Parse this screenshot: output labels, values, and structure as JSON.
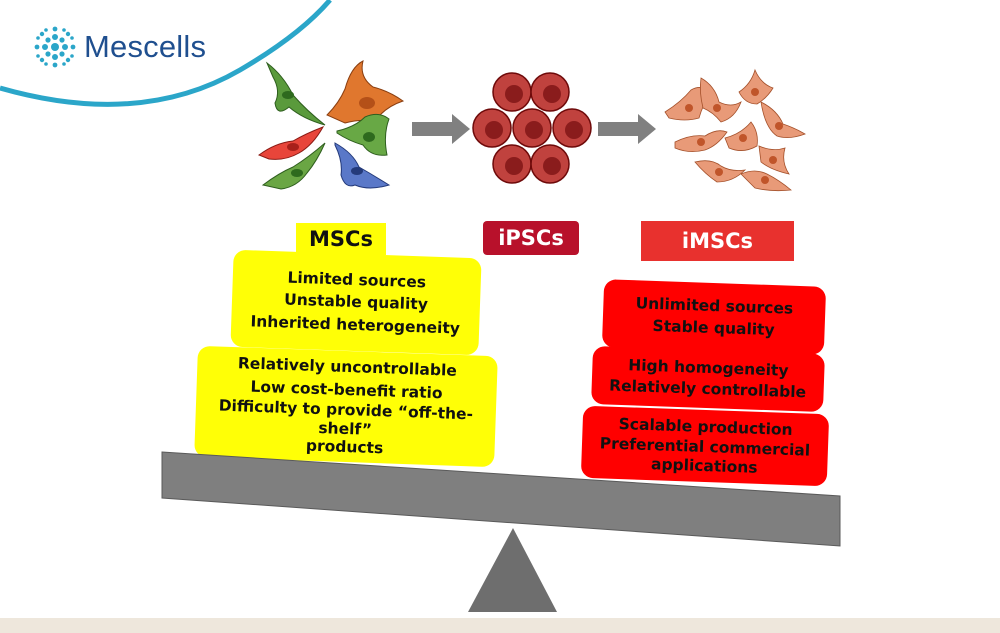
{
  "brand": {
    "name": "Mescells"
  },
  "labels": {
    "msc": "MSCs",
    "ipsc": "iPSCs",
    "imsc": "iMSCs"
  },
  "msc_top": [
    "Limited sources",
    "Unstable quality",
    "Inherited heterogeneity"
  ],
  "msc_bottom": [
    "Relatively uncontrollable",
    "Low cost-benefit ratio",
    "Difficulty to provide “off-the-shelf”",
    "products"
  ],
  "imsc_box1": [
    "Unlimited sources",
    "Stable quality"
  ],
  "imsc_box2": [
    "High homogeneity",
    "Relatively controllable"
  ],
  "imsc_box3": [
    "Scalable production",
    "Preferential commercial",
    "applications"
  ],
  "colors": {
    "brand": "#1f4f8f",
    "accent": "#2ba6c9",
    "yellow": "#ffff06",
    "red": "#ff0000",
    "ipsc_red": "#b8112b",
    "imsc_red": "#e8312e",
    "beam": "#7f7f7f"
  }
}
